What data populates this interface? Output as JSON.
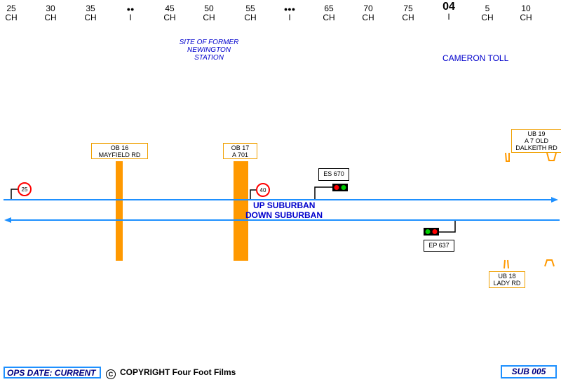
{
  "mileposts": [
    {
      "top": "25",
      "bottom": "CH"
    },
    {
      "top": "30",
      "bottom": "CH"
    },
    {
      "top": "35",
      "bottom": "CH"
    },
    {
      "top": "",
      "bottom": "I",
      "dots": "●●"
    },
    {
      "top": "45",
      "bottom": "CH"
    },
    {
      "top": "50",
      "bottom": "CH"
    },
    {
      "top": "55",
      "bottom": "CH"
    },
    {
      "top": "",
      "bottom": "I",
      "dots": "●●●"
    },
    {
      "top": "65",
      "bottom": "CH"
    },
    {
      "top": "70",
      "bottom": "CH"
    },
    {
      "top": "75",
      "bottom": "CH"
    },
    {
      "top": "04",
      "bottom": "I",
      "major": true
    },
    {
      "top": "5",
      "bottom": "CH"
    },
    {
      "top": "10",
      "bottom": "CH"
    }
  ],
  "station_note": {
    "line1": "SITE OF FORMER",
    "line2": "NEWINGTON",
    "line3": "STATION"
  },
  "place_name": "CAMERON TOLL",
  "bridges": {
    "ob16": {
      "line1": "OB 16",
      "line2": "MAYFIELD RD"
    },
    "ob17": {
      "line1": "OB 17",
      "line2": "A 701"
    },
    "ub19": {
      "line1": "UB 19",
      "line2": "A 7 OLD",
      "line3": "DALKEITH RD"
    },
    "ub18": {
      "line1": "UB 18",
      "line2": "LADY RD"
    }
  },
  "speed_limits": {
    "a": "25",
    "b": "40"
  },
  "signals": {
    "es": "ES 670",
    "ep": "EP 637"
  },
  "lines": {
    "up": "UP SUBURBAN",
    "down": "DOWN SUBURBAN"
  },
  "footer": {
    "ops_date": "OPS DATE: CURRENT",
    "copyright_symbol": "C",
    "copyright": "COPYRIGHT Four Foot Films",
    "sheet": "SUB 005"
  },
  "colors": {
    "track": "#1e90ff",
    "bridge": "#ff9900",
    "text_blue": "#0000cc",
    "signal_red": "#ff0000",
    "signal_green": "#00cc00"
  }
}
